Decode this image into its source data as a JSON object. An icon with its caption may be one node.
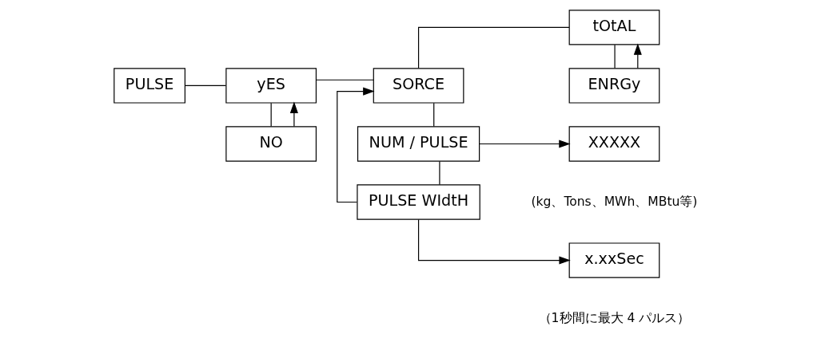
{
  "diagram": {
    "nodes": [
      {
        "text": [
          "PULSE"
        ]
      },
      {
        "text": [
          "yES"
        ]
      },
      {
        "text": [
          "NO"
        ]
      },
      {
        "text": [
          "SORCE"
        ]
      },
      {
        "text": [
          "tOtAL"
        ]
      },
      {
        "text": [
          "ENRGy"
        ]
      },
      {
        "text": [
          "NUM / PULSE"
        ]
      },
      {
        "text": [
          "XXXXX"
        ],
        "beside": [
          "(kg、Tons、MWh、MBtu等)"
        ]
      },
      {
        "text": [
          "PULSE WIdtH"
        ]
      },
      {
        "text": [
          "x.xxSec"
        ],
        "beside": [
          "（1秒間に最大 4 パルス）"
        ]
      }
    ],
    "edges": [
      {
        "from": 0,
        "to": 1,
        "arrow": "none"
      },
      {
        "from": 1,
        "to": 2,
        "arrow": "none"
      },
      {
        "from": 2,
        "to": 1,
        "arrow": "to"
      },
      {
        "from": 1,
        "to": 3,
        "arrow": "none"
      },
      {
        "from": 3,
        "to": 4,
        "arrow": "none"
      },
      {
        "from": 4,
        "to": 5,
        "arrow": "none"
      },
      {
        "from": 5,
        "to": 4,
        "arrow": "to"
      },
      {
        "from": 3,
        "to": 6,
        "arrow": "none"
      },
      {
        "from": 6,
        "to": 7,
        "arrow": "to"
      },
      {
        "from": 6,
        "to": 8,
        "arrow": "none"
      },
      {
        "from": 8,
        "to": 9,
        "arrow": "to"
      },
      {
        "from": 8,
        "to": 3,
        "arrow": "to"
      }
    ]
  }
}
